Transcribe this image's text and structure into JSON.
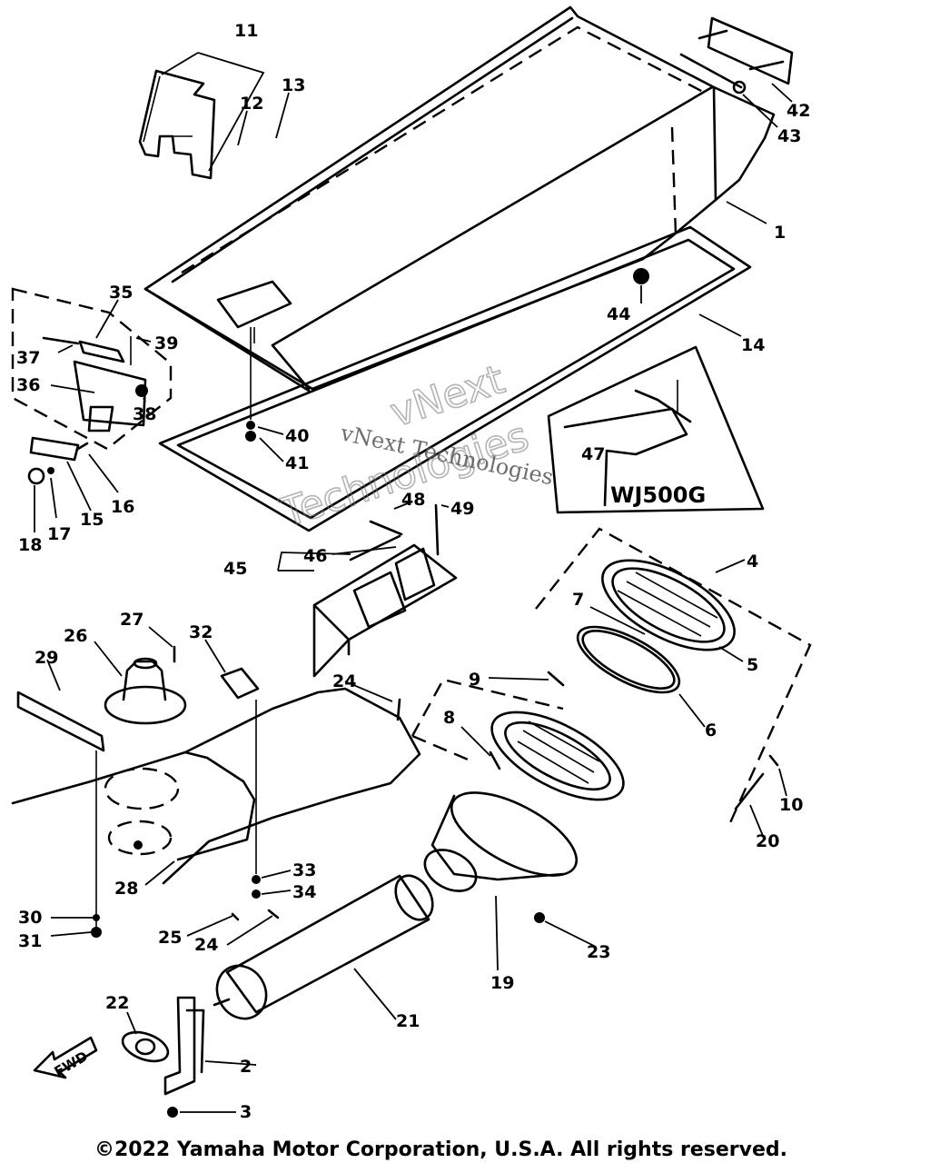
{
  "diagram": {
    "model_label": "WJ500G",
    "fwd_label": "FWD",
    "watermark_small": "vNext Technologies",
    "watermark_big_1": "vNext",
    "watermark_big_2": "Technologies",
    "copyright": "©2022 Yamaha Motor Corporation, U.S.A. All rights reserved.",
    "callouts": {
      "c1": "1",
      "c2": "2",
      "c3": "3",
      "c4": "4",
      "c5": "5",
      "c6": "6",
      "c7": "7",
      "c8": "8",
      "c9": "9",
      "c10": "10",
      "c11": "11",
      "c12": "12",
      "c13": "13",
      "c14": "14",
      "c15": "15",
      "c16": "16",
      "c17": "17",
      "c18": "18",
      "c19": "19",
      "c20": "20",
      "c21": "21",
      "c22": "22",
      "c23": "23",
      "c24a": "24",
      "c24b": "24",
      "c25": "25",
      "c26": "26",
      "c27": "27",
      "c28": "28",
      "c29": "29",
      "c30": "30",
      "c31": "31",
      "c32": "32",
      "c33": "33",
      "c34": "34",
      "c35": "35",
      "c36": "36",
      "c37": "37",
      "c38": "38",
      "c39": "39",
      "c40": "40",
      "c41": "41",
      "c42": "42",
      "c43": "43",
      "c44": "44",
      "c45": "45",
      "c46": "46",
      "c47": "47",
      "c48": "48",
      "c49": "49"
    }
  }
}
